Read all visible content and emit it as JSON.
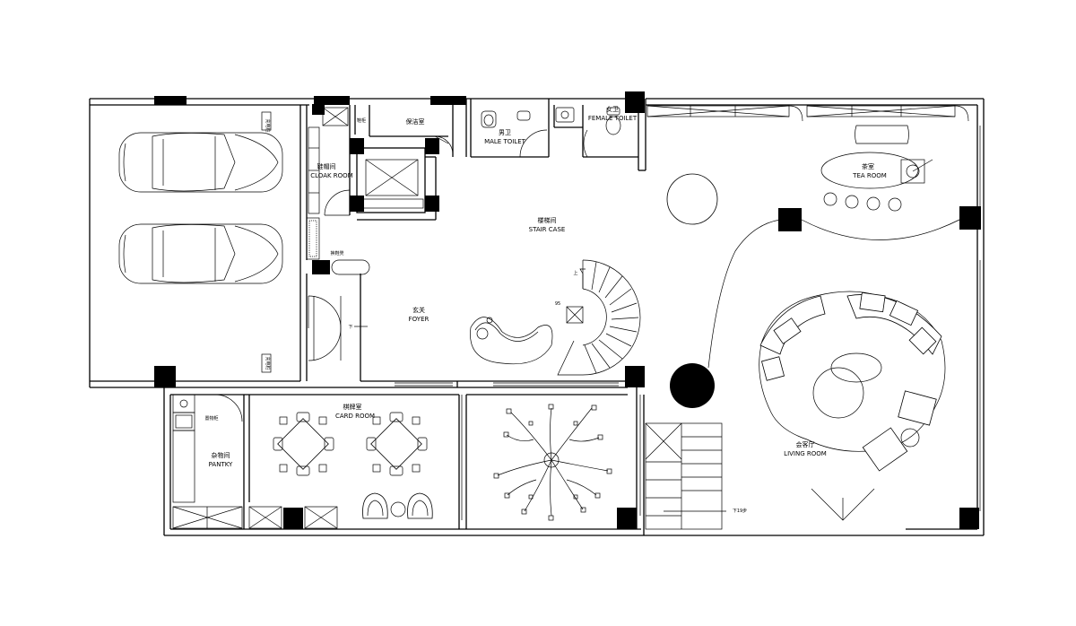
{
  "rooms": {
    "cloak": {
      "cn": "鞋帽间",
      "en": "CLOAK ROOM"
    },
    "cleaning": {
      "cn": "保洁室"
    },
    "male_toilet": {
      "cn": "男卫",
      "en": "MALE TOILET"
    },
    "female_toilet": {
      "cn": "女卫",
      "en": "FEMALE TOILET"
    },
    "tea": {
      "cn": "茶室",
      "en": "TEA ROOM"
    },
    "stair": {
      "cn": "楼梯间",
      "en": "STAIR CASE"
    },
    "foyer": {
      "cn": "玄关",
      "en": "FOYER"
    },
    "card": {
      "cn": "棋牌室",
      "en": "CARD ROOM"
    },
    "pantry": {
      "cn": "杂物间",
      "en": "PANTKY"
    },
    "living": {
      "cn": "会客厅",
      "en": "LIVING ROOM"
    }
  },
  "annotations": {
    "charger_top": "充电桩",
    "charger_bottom": "充电桩",
    "shoe_bench": "换鞋凳",
    "shoe_cabinet": "鞋柜",
    "shelf": "置物柜",
    "stair_up": "上",
    "foyer_down": "下",
    "stair_down": "下19步",
    "stair_tag": "95"
  }
}
